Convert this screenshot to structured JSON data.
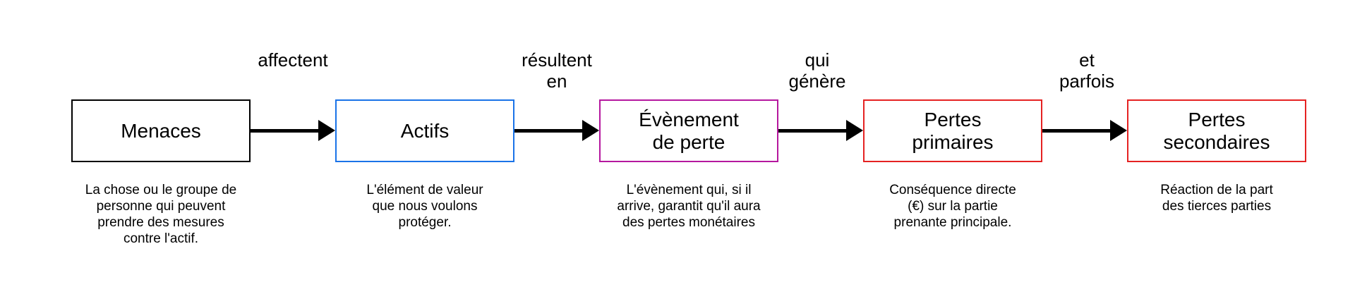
{
  "nodes": [
    {
      "label": "Menaces",
      "description": "La chose ou le groupe de\npersonne qui peuvent\nprendre des mesures\ncontre l'actif.",
      "border_color": "#000000"
    },
    {
      "label": "Actifs",
      "description": "L'élément de valeur\nque nous voulons\nprotéger.",
      "border_color": "#1a73e8"
    },
    {
      "label": "Évènement\nde perte",
      "description": "L'évènement qui, si il\narrive, garantit qu'il aura\ndes pertes monétaires",
      "border_color": "#b5179e"
    },
    {
      "label": "Pertes\nprimaires",
      "description": "Conséquence directe\n(€) sur la partie\nprenante principale.",
      "border_color": "#e52222"
    },
    {
      "label": "Pertes\nsecondaires",
      "description": "Réaction de la part\ndes tierces parties",
      "border_color": "#e52222"
    }
  ],
  "edges": [
    {
      "label": "affectent"
    },
    {
      "label": "résultent\nen"
    },
    {
      "label": "qui\ngénère"
    },
    {
      "label": "et\nparfois"
    }
  ]
}
